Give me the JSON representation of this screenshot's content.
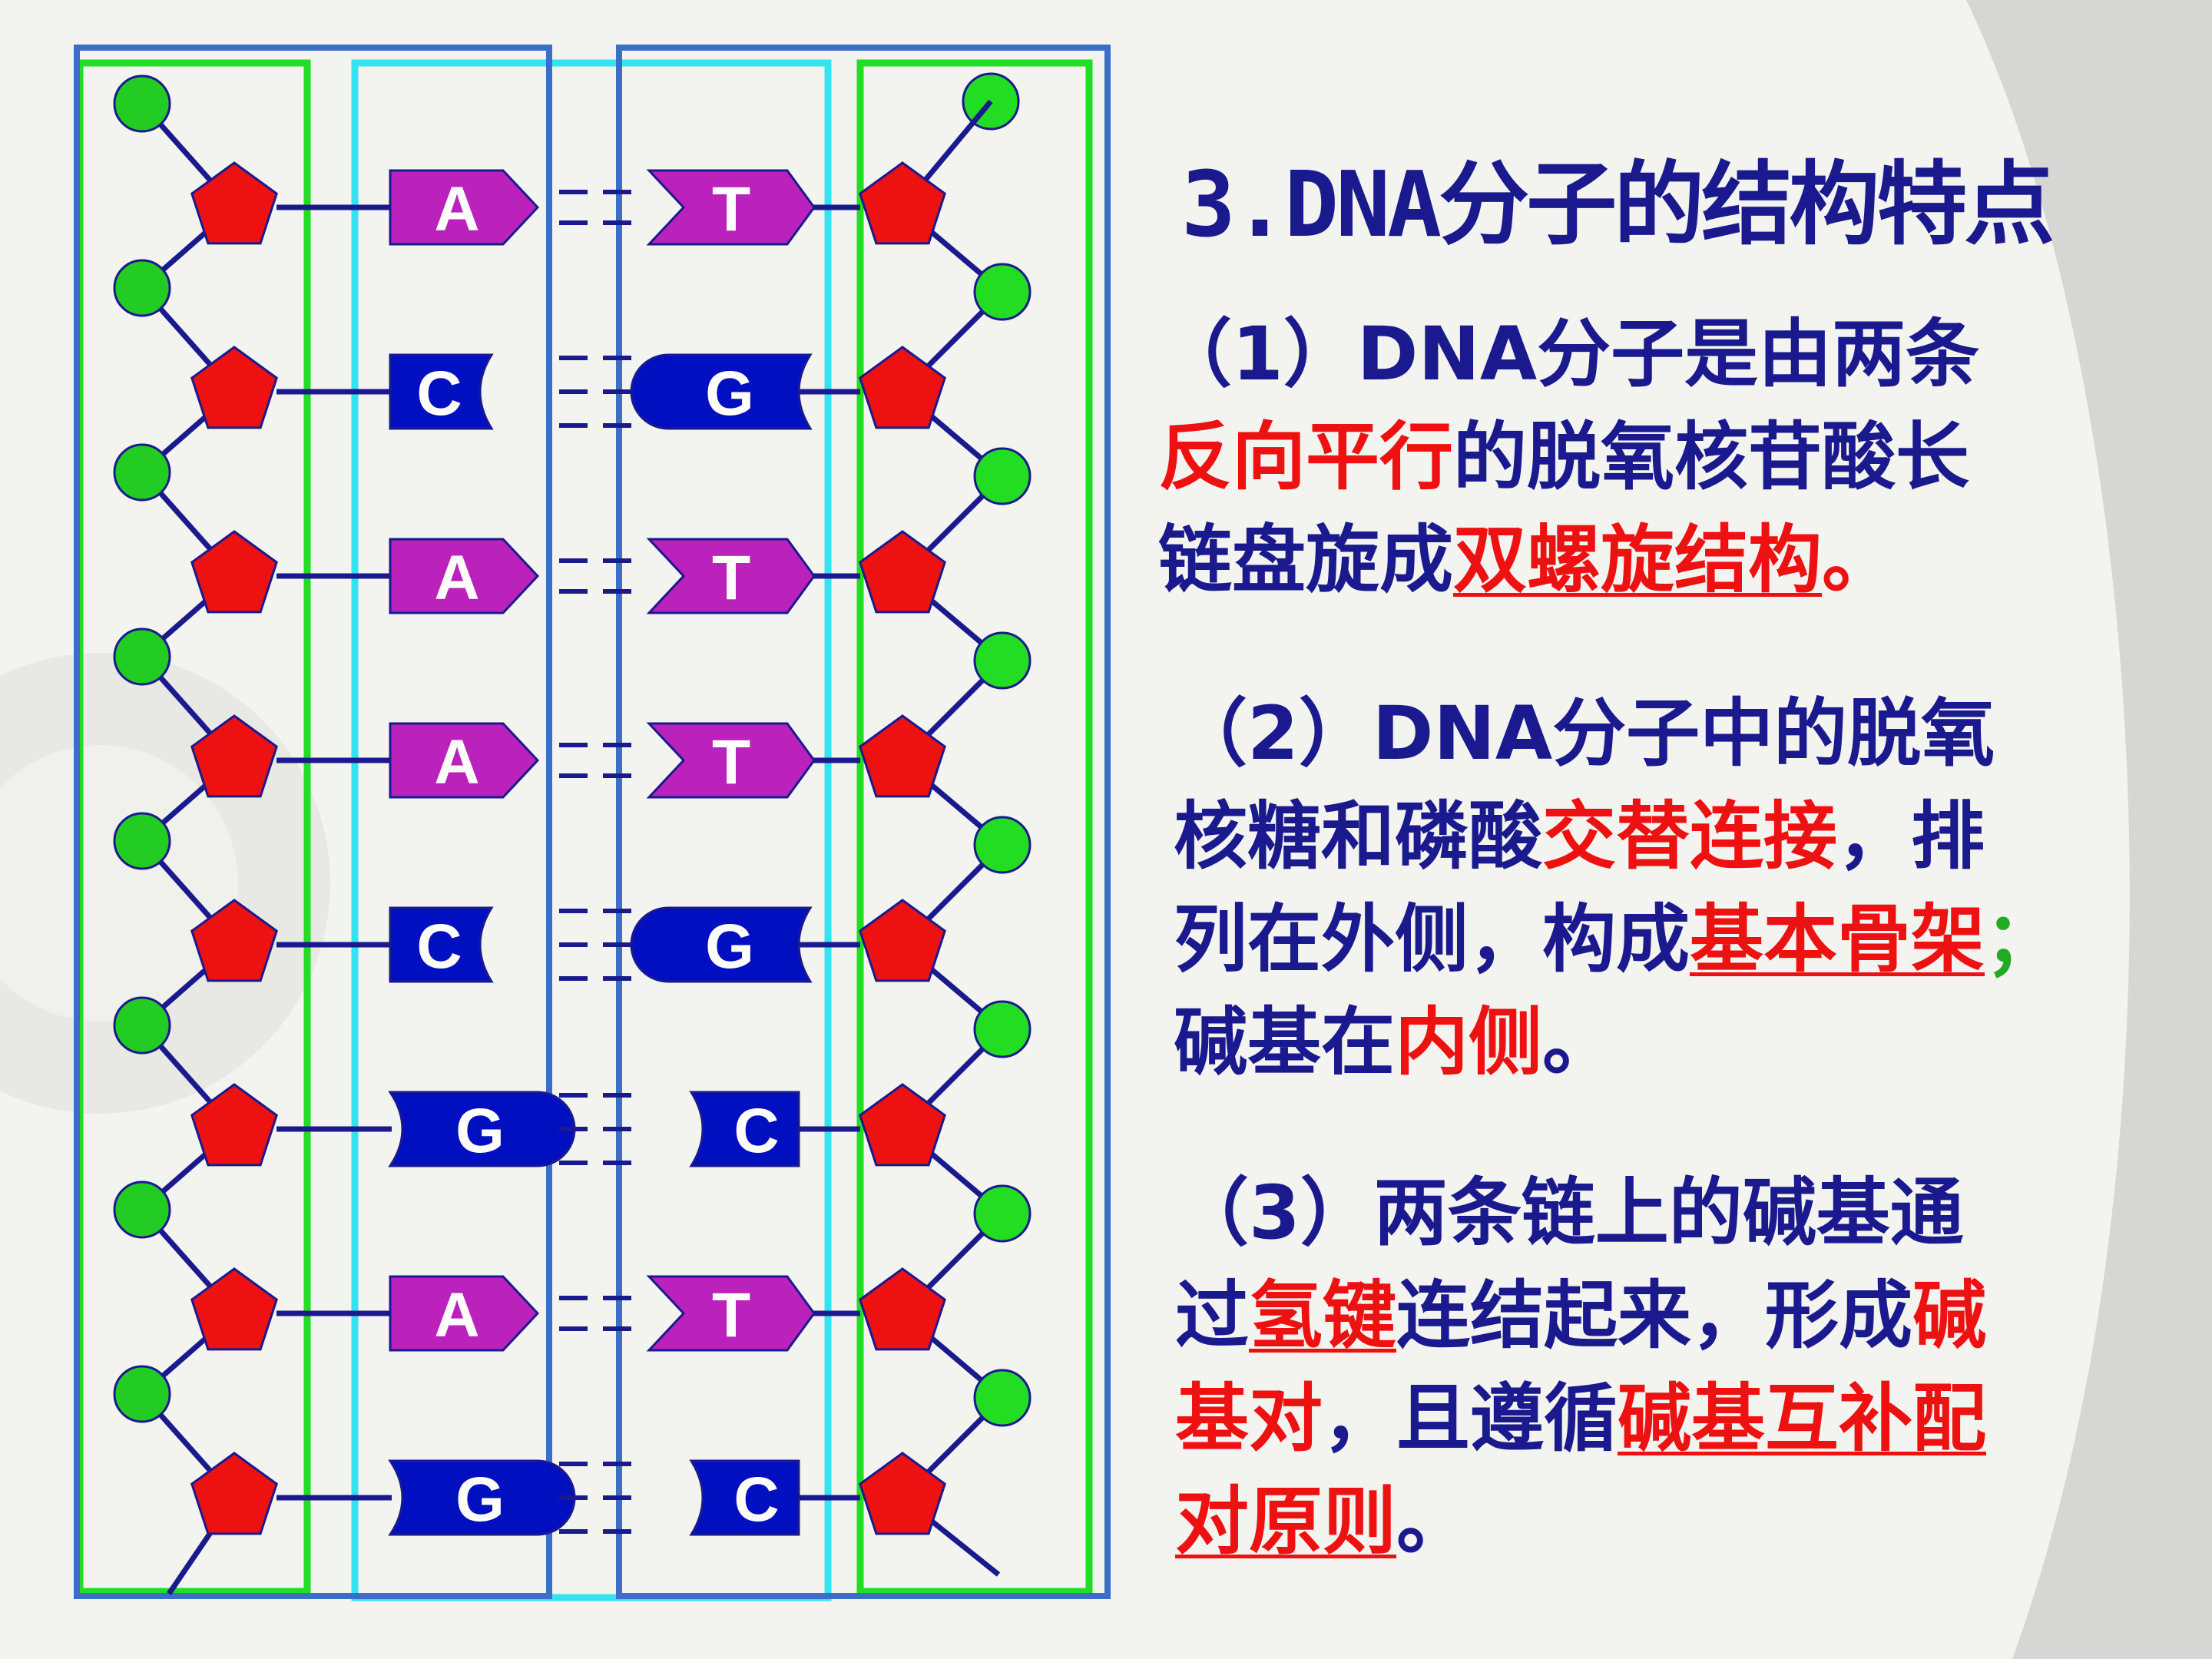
{
  "colors": {
    "backbone_box": "#3a6ec8",
    "base_box_cyan": "#33e3f0",
    "chain_box_green": "#22dd22",
    "phosphate": "#22cc22",
    "sugar": "#ee1111",
    "purine_pink": "#bb22bb",
    "blue_base": "#0010c0",
    "text_blue": "#1a1a8e",
    "text_red": "#ee1111",
    "text_green": "#22aa22"
  },
  "diagram": {
    "pairs": [
      {
        "left": "A",
        "right": "T",
        "shape": "at"
      },
      {
        "left": "C",
        "right": "G",
        "shape": "cg"
      },
      {
        "left": "A",
        "right": "T",
        "shape": "at"
      },
      {
        "left": "A",
        "right": "T",
        "shape": "at"
      },
      {
        "left": "C",
        "right": "G",
        "shape": "cg"
      },
      {
        "left": "G",
        "right": "C",
        "shape": "gc"
      },
      {
        "left": "A",
        "right": "T",
        "shape": "at"
      },
      {
        "left": "G",
        "right": "C",
        "shape": "gc"
      }
    ]
  },
  "notes": {
    "title": "3.DNA分子的结构特点",
    "p1": {
      "line1": "（1）DNA分子是由两条",
      "line2a": "反向平行",
      "line2b": "的脱氧核苷酸长",
      "line3a": "链盘旋成",
      "line3b": "双螺旋结构",
      "line3c": "。"
    },
    "p2": {
      "line1": "（2）DNA分子中的脱氧",
      "line2a": "核糖和磷酸",
      "line2b": "交替连接",
      "line2c": "，排",
      "line3a": "列在外侧，构成",
      "line3b": "基本骨架",
      "line3c": "；",
      "line4a": "碱基在",
      "line4b": "内侧",
      "line4c": "。"
    },
    "p3": {
      "line1": "（3）两条链上的碱基通",
      "line2a": "过",
      "line2b": "氢键",
      "line2c": "连结起来，形成",
      "line2d": "碱",
      "line3a": "基对",
      "line3b": "，且遵循",
      "line3c": "碱基互补配",
      "line4a": "对原则",
      "line4b": "。"
    }
  }
}
